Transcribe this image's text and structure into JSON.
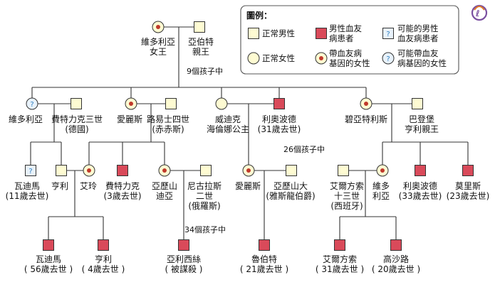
{
  "legend": {
    "title": "圖例：",
    "normal_male": [
      "正常男性"
    ],
    "normal_female": [
      "正常女性"
    ],
    "affected_male": [
      "男性血友",
      "病患者"
    ],
    "carrier_female": [
      "帶血友病",
      "基因的女性"
    ],
    "possible_male": [
      "可能的男性",
      "血友病患者"
    ],
    "possible_female": [
      "可能帶血友",
      "病基因的女性"
    ]
  },
  "notes": {
    "gen1_children": "9個孩子中",
    "gen2_children": "26個孩子中",
    "gen3_children": "34個孩子中"
  },
  "people": {
    "victoria_queen": [
      "維多利亞",
      "女王"
    ],
    "albert": [
      "亞伯特",
      "親王"
    ],
    "victoria": [
      "維多利亞"
    ],
    "friedrich3": [
      "費特力克三世",
      "(德國)"
    ],
    "alice": [
      "愛麗斯"
    ],
    "ludwig4": [
      "路易士四世",
      "(赤赤斯)"
    ],
    "helena": [
      "威迪克",
      "海倫娜公主"
    ],
    "leopold": [
      "利奧波德",
      "(31歲去世)"
    ],
    "beatrice": [
      "碧亞特利斯"
    ],
    "henry": [
      "巴登堡",
      "亨利親王"
    ],
    "waldemar": [
      "瓦迪馬",
      "(11歲去世)"
    ],
    "heinrich": [
      "亨利"
    ],
    "irene": [
      "艾玲"
    ],
    "friedrich": [
      "費特力克",
      "(3歲去世)"
    ],
    "alexandra": [
      "亞歷山",
      "迪亞"
    ],
    "nicholas2": [
      "尼古拉斯",
      "二世",
      "(俄羅斯)"
    ],
    "alice2": [
      "愛麗斯"
    ],
    "alexander": [
      "亞歷山大",
      "(雅斯龍伯爵)"
    ],
    "alfonso13": [
      "艾爾方索",
      "十三世",
      "(西班牙)"
    ],
    "victoria_eugenie": [
      "維多",
      "利亞"
    ],
    "leopold2": [
      "利奧波德",
      "(33歲去世)"
    ],
    "maurice": [
      "莫里斯",
      "(23歲去世)"
    ],
    "waldemar2": [
      "瓦迪馬",
      "( 56歲去世 )"
    ],
    "heinrich2": [
      "亨利",
      "( 4歲去世 )"
    ],
    "alexei": [
      "亞利西絲",
      "( 被謀殺 )"
    ],
    "rupert": [
      "魯伯特",
      "( 21歲去世 )"
    ],
    "alfonso": [
      "艾爾方索",
      "( 31歲去世 )"
    ],
    "gonzalo": [
      "高沙路",
      "( 20歲去世 )"
    ]
  },
  "colors": {
    "affected_fill": "#d94a5a",
    "normal_fill": "#fefbd2",
    "line": "#333333",
    "possible_mark": "#2f7fc0",
    "carrier_dot": "#c0392b",
    "logo": "#7a4fa0"
  }
}
